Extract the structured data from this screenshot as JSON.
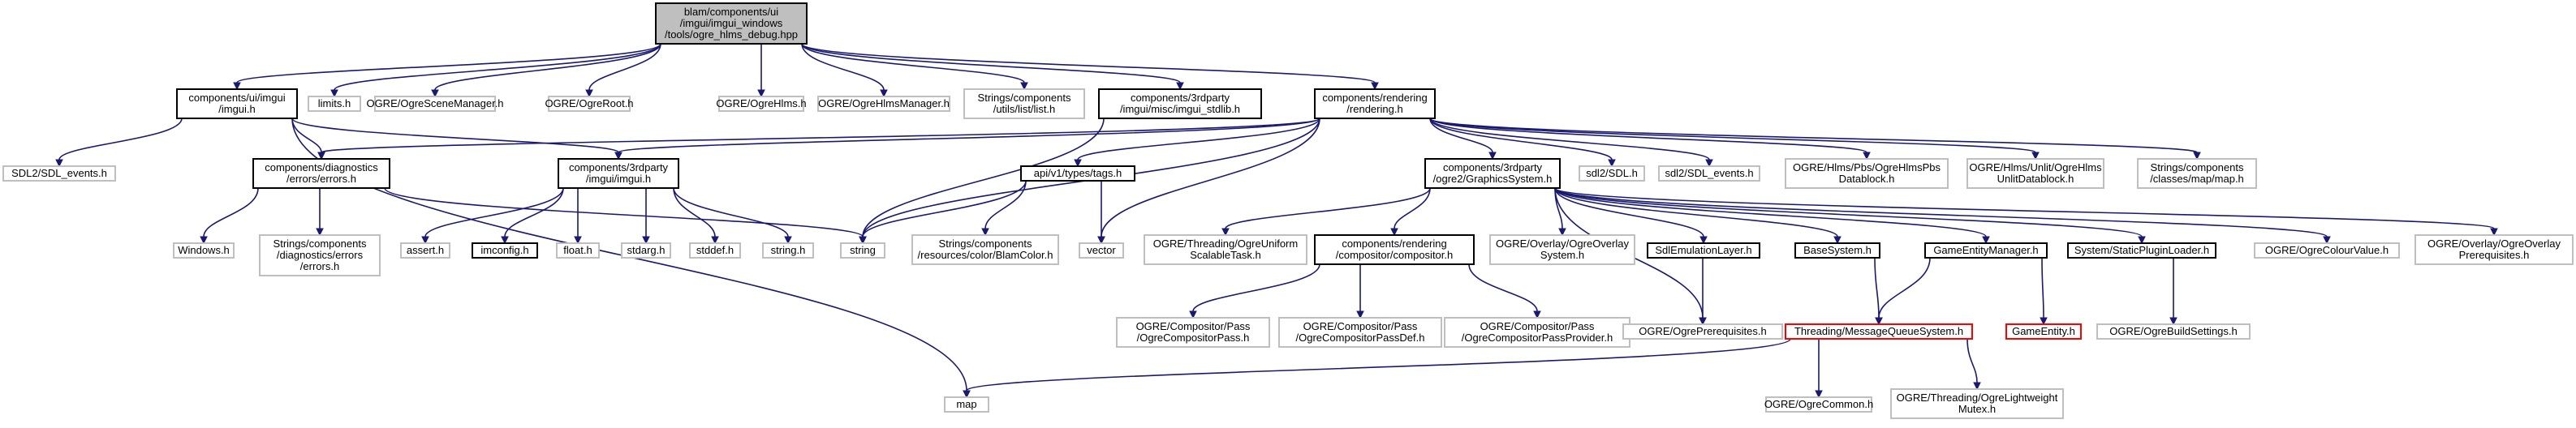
{
  "graph": {
    "colors": {
      "edge": "#191970",
      "focus_fill": "#bfbfbf",
      "documented_border": "#000000",
      "external_border": "#bfbfbf",
      "truncated_border": "#ff0000"
    },
    "nodes": [
      {
        "id": "root",
        "kind": "focus",
        "lines": [
          "blam/components/ui",
          "/imgui/imgui_windows",
          "/tools/ogre_hlms_debug.hpp"
        ]
      },
      {
        "id": "ui_imgui",
        "kind": "documented",
        "lines": [
          "components/ui/imgui",
          "/imgui.h"
        ]
      },
      {
        "id": "limits",
        "kind": "external",
        "lines": [
          "limits.h"
        ]
      },
      {
        "id": "ogre_scenemgr",
        "kind": "external",
        "lines": [
          "OGRE/OgreSceneManager.h"
        ]
      },
      {
        "id": "ogre_root",
        "kind": "external",
        "lines": [
          "OGRE/OgreRoot.h"
        ]
      },
      {
        "id": "ogre_hlms",
        "kind": "external",
        "lines": [
          "OGRE/OgreHlms.h"
        ]
      },
      {
        "id": "ogre_hlmsmgr",
        "kind": "external",
        "lines": [
          "OGRE/OgreHlmsManager.h"
        ]
      },
      {
        "id": "strings_list",
        "kind": "external",
        "lines": [
          "Strings/components",
          "/utils/list/list.h"
        ]
      },
      {
        "id": "imgui_stdlib",
        "kind": "documented",
        "lines": [
          "components/3rdparty",
          "/imgui/misc/imgui_stdlib.h"
        ]
      },
      {
        "id": "rendering",
        "kind": "documented",
        "lines": [
          "components/rendering",
          "/rendering.h"
        ]
      },
      {
        "id": "sdl2_events_left",
        "kind": "external",
        "lines": [
          "SDL2/SDL_events.h"
        ]
      },
      {
        "id": "diag_errors",
        "kind": "documented",
        "lines": [
          "components/diagnostics",
          "/errors/errors.h"
        ]
      },
      {
        "id": "imgui_h",
        "kind": "documented",
        "lines": [
          "components/3rdparty",
          "/imgui/imgui.h"
        ]
      },
      {
        "id": "api_tags",
        "kind": "documented",
        "lines": [
          "api/v1/types/tags.h"
        ]
      },
      {
        "id": "graphics_system",
        "kind": "documented",
        "lines": [
          "components/3rdparty",
          "/ogre2/GraphicsSystem.h"
        ]
      },
      {
        "id": "sdl2_sdl",
        "kind": "external",
        "lines": [
          "sdl2/SDL.h"
        ]
      },
      {
        "id": "sdl2_events_right",
        "kind": "external",
        "lines": [
          "sdl2/SDL_events.h"
        ]
      },
      {
        "id": "hlms_pbs",
        "kind": "external",
        "lines": [
          "OGRE/Hlms/Pbs/OgreHlmsPbs",
          "Datablock.h"
        ]
      },
      {
        "id": "hlms_unlit",
        "kind": "external",
        "lines": [
          "OGRE/Hlms/Unlit/OgreHlms",
          "UnlitDatablock.h"
        ]
      },
      {
        "id": "strings_map",
        "kind": "external",
        "lines": [
          "Strings/components",
          "/classes/map/map.h"
        ]
      },
      {
        "id": "windows",
        "kind": "external",
        "lines": [
          "Windows.h"
        ]
      },
      {
        "id": "strings_errors",
        "kind": "external",
        "lines": [
          "Strings/components",
          "/diagnostics/errors",
          "/errors.h"
        ]
      },
      {
        "id": "assert",
        "kind": "external",
        "lines": [
          "assert.h"
        ]
      },
      {
        "id": "imconfig",
        "kind": "documented",
        "lines": [
          "imconfig.h"
        ]
      },
      {
        "id": "float",
        "kind": "external",
        "lines": [
          "float.h"
        ]
      },
      {
        "id": "stdarg",
        "kind": "external",
        "lines": [
          "stdarg.h"
        ]
      },
      {
        "id": "stddef",
        "kind": "external",
        "lines": [
          "stddef.h"
        ]
      },
      {
        "id": "string_h",
        "kind": "external",
        "lines": [
          "string.h"
        ]
      },
      {
        "id": "string",
        "kind": "external",
        "lines": [
          "string"
        ]
      },
      {
        "id": "blamcolor",
        "kind": "external",
        "lines": [
          "Strings/components",
          "/resources/color/BlamColor.h"
        ]
      },
      {
        "id": "vector",
        "kind": "external",
        "lines": [
          "vector"
        ]
      },
      {
        "id": "thread_task",
        "kind": "external",
        "lines": [
          "OGRE/Threading/OgreUniform",
          "ScalableTask.h"
        ]
      },
      {
        "id": "compositor",
        "kind": "documented",
        "lines": [
          "components/rendering",
          "/compositor/compositor.h"
        ]
      },
      {
        "id": "overlay_system",
        "kind": "external",
        "lines": [
          "OGRE/Overlay/OgreOverlay",
          "System.h"
        ]
      },
      {
        "id": "sdl_emulation",
        "kind": "documented",
        "lines": [
          "SdlEmulationLayer.h"
        ]
      },
      {
        "id": "base_system",
        "kind": "documented",
        "lines": [
          "BaseSystem.h"
        ]
      },
      {
        "id": "game_entity_mgr",
        "kind": "documented",
        "lines": [
          "GameEntityManager.h"
        ]
      },
      {
        "id": "static_plugin",
        "kind": "documented",
        "lines": [
          "System/StaticPluginLoader.h"
        ]
      },
      {
        "id": "colour_value",
        "kind": "external",
        "lines": [
          "OGRE/OgreColourValue.h"
        ]
      },
      {
        "id": "overlay_prereq",
        "kind": "external",
        "lines": [
          "OGRE/Overlay/OgreOverlay",
          "Prerequisites.h"
        ]
      },
      {
        "id": "comp_pass",
        "kind": "external",
        "lines": [
          "OGRE/Compositor/Pass",
          "/OgreCompositorPass.h"
        ]
      },
      {
        "id": "comp_passdef",
        "kind": "external",
        "lines": [
          "OGRE/Compositor/Pass",
          "/OgreCompositorPassDef.h"
        ]
      },
      {
        "id": "comp_passprov",
        "kind": "external",
        "lines": [
          "OGRE/Compositor/Pass",
          "/OgreCompositorPassProvider.h"
        ]
      },
      {
        "id": "ogre_prereq",
        "kind": "external",
        "lines": [
          "OGRE/OgrePrerequisites.h"
        ]
      },
      {
        "id": "mq_system",
        "kind": "truncated",
        "lines": [
          "Threading/MessageQueueSystem.h"
        ]
      },
      {
        "id": "game_entity",
        "kind": "truncated",
        "lines": [
          "GameEntity.h"
        ]
      },
      {
        "id": "build_settings",
        "kind": "external",
        "lines": [
          "OGRE/OgreBuildSettings.h"
        ]
      },
      {
        "id": "map",
        "kind": "external",
        "lines": [
          "map"
        ]
      },
      {
        "id": "ogre_common",
        "kind": "external",
        "lines": [
          "OGRE/OgreCommon.h"
        ]
      },
      {
        "id": "lw_mutex",
        "kind": "external",
        "lines": [
          "OGRE/Threading/OgreLightweight",
          "Mutex.h"
        ]
      }
    ],
    "edges": [
      [
        "root",
        "ui_imgui"
      ],
      [
        "root",
        "limits"
      ],
      [
        "root",
        "ogre_scenemgr"
      ],
      [
        "root",
        "ogre_root"
      ],
      [
        "root",
        "ogre_hlms"
      ],
      [
        "root",
        "ogre_hlmsmgr"
      ],
      [
        "root",
        "strings_list"
      ],
      [
        "root",
        "imgui_stdlib"
      ],
      [
        "root",
        "rendering"
      ],
      [
        "ui_imgui",
        "sdl2_events_left"
      ],
      [
        "ui_imgui",
        "diag_errors"
      ],
      [
        "ui_imgui",
        "imgui_h"
      ],
      [
        "ui_imgui",
        "map"
      ],
      [
        "imgui_stdlib",
        "string"
      ],
      [
        "rendering",
        "diag_errors"
      ],
      [
        "rendering",
        "imgui_h"
      ],
      [
        "rendering",
        "api_tags"
      ],
      [
        "rendering",
        "string"
      ],
      [
        "rendering",
        "vector"
      ],
      [
        "rendering",
        "graphics_system"
      ],
      [
        "rendering",
        "sdl2_sdl"
      ],
      [
        "rendering",
        "sdl2_events_right"
      ],
      [
        "rendering",
        "hlms_pbs"
      ],
      [
        "rendering",
        "hlms_unlit"
      ],
      [
        "rendering",
        "strings_map"
      ],
      [
        "diag_errors",
        "windows"
      ],
      [
        "diag_errors",
        "strings_errors"
      ],
      [
        "diag_errors",
        "string"
      ],
      [
        "imgui_h",
        "assert"
      ],
      [
        "imgui_h",
        "imconfig"
      ],
      [
        "imgui_h",
        "float"
      ],
      [
        "imgui_h",
        "stdarg"
      ],
      [
        "imgui_h",
        "stddef"
      ],
      [
        "imgui_h",
        "string_h"
      ],
      [
        "api_tags",
        "string"
      ],
      [
        "api_tags",
        "blamcolor"
      ],
      [
        "api_tags",
        "vector"
      ],
      [
        "graphics_system",
        "thread_task"
      ],
      [
        "graphics_system",
        "compositor"
      ],
      [
        "graphics_system",
        "overlay_system"
      ],
      [
        "graphics_system",
        "sdl_emulation"
      ],
      [
        "graphics_system",
        "base_system"
      ],
      [
        "graphics_system",
        "game_entity_mgr"
      ],
      [
        "graphics_system",
        "static_plugin"
      ],
      [
        "graphics_system",
        "colour_value"
      ],
      [
        "graphics_system",
        "overlay_prereq"
      ],
      [
        "graphics_system",
        "ogre_prereq"
      ],
      [
        "compositor",
        "comp_pass"
      ],
      [
        "compositor",
        "comp_passdef"
      ],
      [
        "compositor",
        "comp_passprov"
      ],
      [
        "sdl_emulation",
        "ogre_prereq"
      ],
      [
        "base_system",
        "mq_system"
      ],
      [
        "game_entity_mgr",
        "mq_system"
      ],
      [
        "game_entity_mgr",
        "game_entity"
      ],
      [
        "static_plugin",
        "build_settings"
      ],
      [
        "mq_system",
        "map"
      ],
      [
        "mq_system",
        "ogre_common"
      ],
      [
        "mq_system",
        "lw_mutex"
      ]
    ]
  }
}
